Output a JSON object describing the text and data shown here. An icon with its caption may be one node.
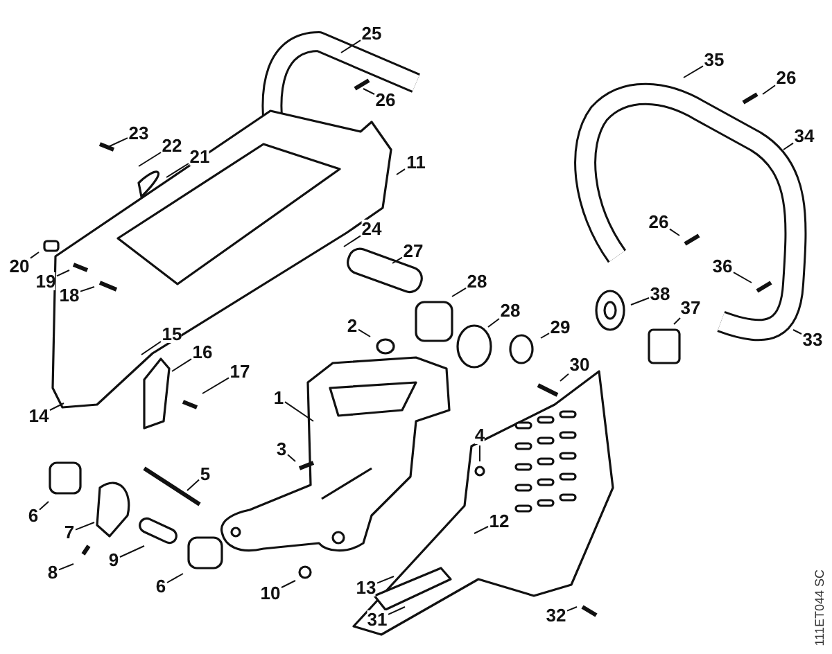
{
  "diagram": {
    "nodes": [
      {
        "text": [
          "25"
        ]
      },
      {
        "text": [
          "35"
        ]
      },
      {
        "text": [
          "26"
        ]
      },
      {
        "text": [
          "26"
        ]
      },
      {
        "text": [
          "23"
        ]
      },
      {
        "text": [
          "22"
        ]
      },
      {
        "text": [
          "34"
        ]
      },
      {
        "text": [
          "21"
        ]
      },
      {
        "text": [
          "11"
        ]
      },
      {
        "text": [
          "26"
        ]
      },
      {
        "text": [
          "24"
        ]
      },
      {
        "text": [
          "27"
        ]
      },
      {
        "text": [
          "20"
        ]
      },
      {
        "text": [
          "36"
        ]
      },
      {
        "text": [
          "19"
        ]
      },
      {
        "text": [
          "18"
        ]
      },
      {
        "text": [
          "28"
        ]
      },
      {
        "text": [
          "38"
        ]
      },
      {
        "text": [
          "37"
        ]
      },
      {
        "text": [
          "28"
        ]
      },
      {
        "text": [
          "2"
        ]
      },
      {
        "text": [
          "29"
        ]
      },
      {
        "text": [
          "33"
        ]
      },
      {
        "text": [
          "15"
        ]
      },
      {
        "text": [
          "16"
        ]
      },
      {
        "text": [
          "30"
        ]
      },
      {
        "text": [
          "17"
        ]
      },
      {
        "text": [
          "1"
        ]
      },
      {
        "text": [
          "14"
        ]
      },
      {
        "text": [
          "4"
        ]
      },
      {
        "text": [
          "3"
        ]
      },
      {
        "text": [
          "5"
        ]
      },
      {
        "text": [
          "6"
        ]
      },
      {
        "text": [
          "12"
        ]
      },
      {
        "text": [
          "7"
        ]
      },
      {
        "text": [
          "9"
        ]
      },
      {
        "text": [
          "8"
        ]
      },
      {
        "text": [
          "6"
        ]
      },
      {
        "text": [
          "13"
        ]
      },
      {
        "text": [
          "10"
        ]
      },
      {
        "text": [
          "32"
        ]
      },
      {
        "text": [
          "31"
        ]
      }
    ],
    "edges": [
      {
        "from": 0,
        "to": null,
        "arrow": "none"
      },
      {
        "from": 1,
        "to": null,
        "arrow": "none"
      },
      {
        "from": 2,
        "to": null,
        "arrow": "none"
      },
      {
        "from": 3,
        "to": null,
        "arrow": "none"
      },
      {
        "from": 4,
        "to": null,
        "arrow": "none"
      },
      {
        "from": 5,
        "to": null,
        "arrow": "none"
      },
      {
        "from": 6,
        "to": null,
        "arrow": "none"
      },
      {
        "from": 7,
        "to": null,
        "arrow": "none"
      },
      {
        "from": 8,
        "to": null,
        "arrow": "none"
      },
      {
        "from": 9,
        "to": null,
        "arrow": "none"
      },
      {
        "from": 10,
        "to": null,
        "arrow": "none"
      },
      {
        "from": 11,
        "to": null,
        "arrow": "none"
      },
      {
        "from": 12,
        "to": null,
        "arrow": "none"
      },
      {
        "from": 13,
        "to": null,
        "arrow": "none"
      },
      {
        "from": 14,
        "to": null,
        "arrow": "none"
      },
      {
        "from": 15,
        "to": null,
        "arrow": "none"
      },
      {
        "from": 16,
        "to": null,
        "arrow": "none"
      },
      {
        "from": 17,
        "to": null,
        "arrow": "none"
      },
      {
        "from": 18,
        "to": null,
        "arrow": "none"
      },
      {
        "from": 19,
        "to": null,
        "arrow": "none"
      },
      {
        "from": 20,
        "to": null,
        "arrow": "none"
      },
      {
        "from": 21,
        "to": null,
        "arrow": "none"
      },
      {
        "from": 22,
        "to": null,
        "arrow": "none"
      },
      {
        "from": 23,
        "to": null,
        "arrow": "none"
      },
      {
        "from": 24,
        "to": null,
        "arrow": "none"
      },
      {
        "from": 25,
        "to": null,
        "arrow": "none"
      },
      {
        "from": 26,
        "to": null,
        "arrow": "none"
      },
      {
        "from": 27,
        "to": null,
        "arrow": "none"
      },
      {
        "from": 28,
        "to": null,
        "arrow": "none"
      },
      {
        "from": 29,
        "to": null,
        "arrow": "none"
      },
      {
        "from": 30,
        "to": null,
        "arrow": "none"
      },
      {
        "from": 31,
        "to": null,
        "arrow": "none"
      },
      {
        "from": 32,
        "to": null,
        "arrow": "none"
      },
      {
        "from": 33,
        "to": null,
        "arrow": "none"
      },
      {
        "from": 34,
        "to": null,
        "arrow": "none"
      },
      {
        "from": 35,
        "to": null,
        "arrow": "none"
      },
      {
        "from": 36,
        "to": null,
        "arrow": "none"
      },
      {
        "from": 37,
        "to": null,
        "arrow": "none"
      },
      {
        "from": 38,
        "to": null,
        "arrow": "none"
      },
      {
        "from": 39,
        "to": null,
        "arrow": "none"
      },
      {
        "from": 40,
        "to": null,
        "arrow": "none"
      },
      {
        "from": 41,
        "to": null,
        "arrow": "none"
      }
    ],
    "labels": [
      "111ET044 SC"
    ]
  }
}
